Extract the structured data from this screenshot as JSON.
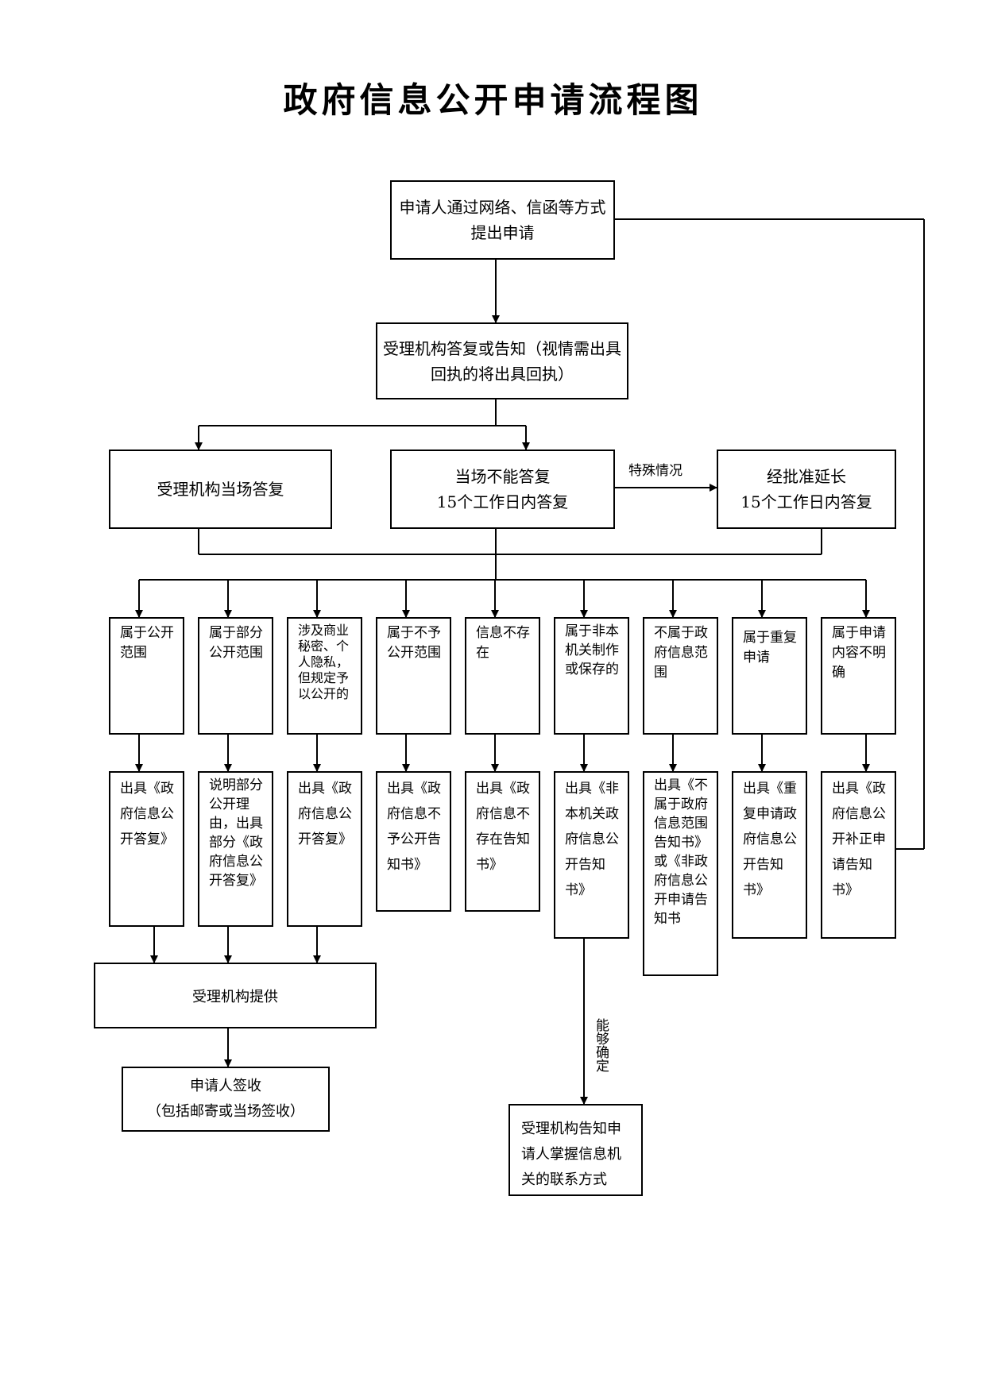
{
  "title": "政府信息公开申请流程图",
  "nodes": {
    "apply": "申请人通过网络、信函等方式提出申请",
    "accept": "受理机构答复或告知（视情需出具回执的将出具回执）",
    "reply_now": "受理机构当场答复",
    "reply_15": "当场不能答复\n15个工作日内答复",
    "extend": "经批准延长\n15个工作日内答复",
    "cat_public": "属于公开范围",
    "cat_partial": "属于部分公开范围",
    "cat_secret": "涉及商业秘密、个人隐私，但规定予以公开的",
    "cat_not_public": "属于不予公开范围",
    "cat_not_exist": "信息不存在",
    "cat_other_org": "属于非本机关制作或保存的",
    "cat_not_gov": "不属于政府信息范围",
    "cat_repeat": "属于重复申请",
    "cat_unclear": "属于申请内容不明确",
    "out_public": "出具《政府信息公开答复》",
    "out_partial": "说明部分公开理由，出具部分《政府信息公开答复》",
    "out_secret": "出具《政府信息公开答复》",
    "out_not_public": "出具《政府信息不予公开告知书》",
    "out_not_exist": "出具《政府信息不存在告知书》",
    "out_other_org": "出具《非本机关政府信息公开告知书》",
    "out_not_gov": "出具《不属于政府信息范围告知书》或《非政府信息公开申请告知书",
    "out_repeat": "出具《重复申请政府信息公开告知书》",
    "out_unclear": "出具《政府信息公开补正申请告知书》",
    "provide": "受理机构提供",
    "sign": "申请人签收\n（包括邮寄或当场签收）",
    "inform_contact": "受理机构告知申请人掌握信息机关的联系方式"
  },
  "edge_labels": {
    "special": "特殊情况",
    "can_determine": "能够确定"
  }
}
